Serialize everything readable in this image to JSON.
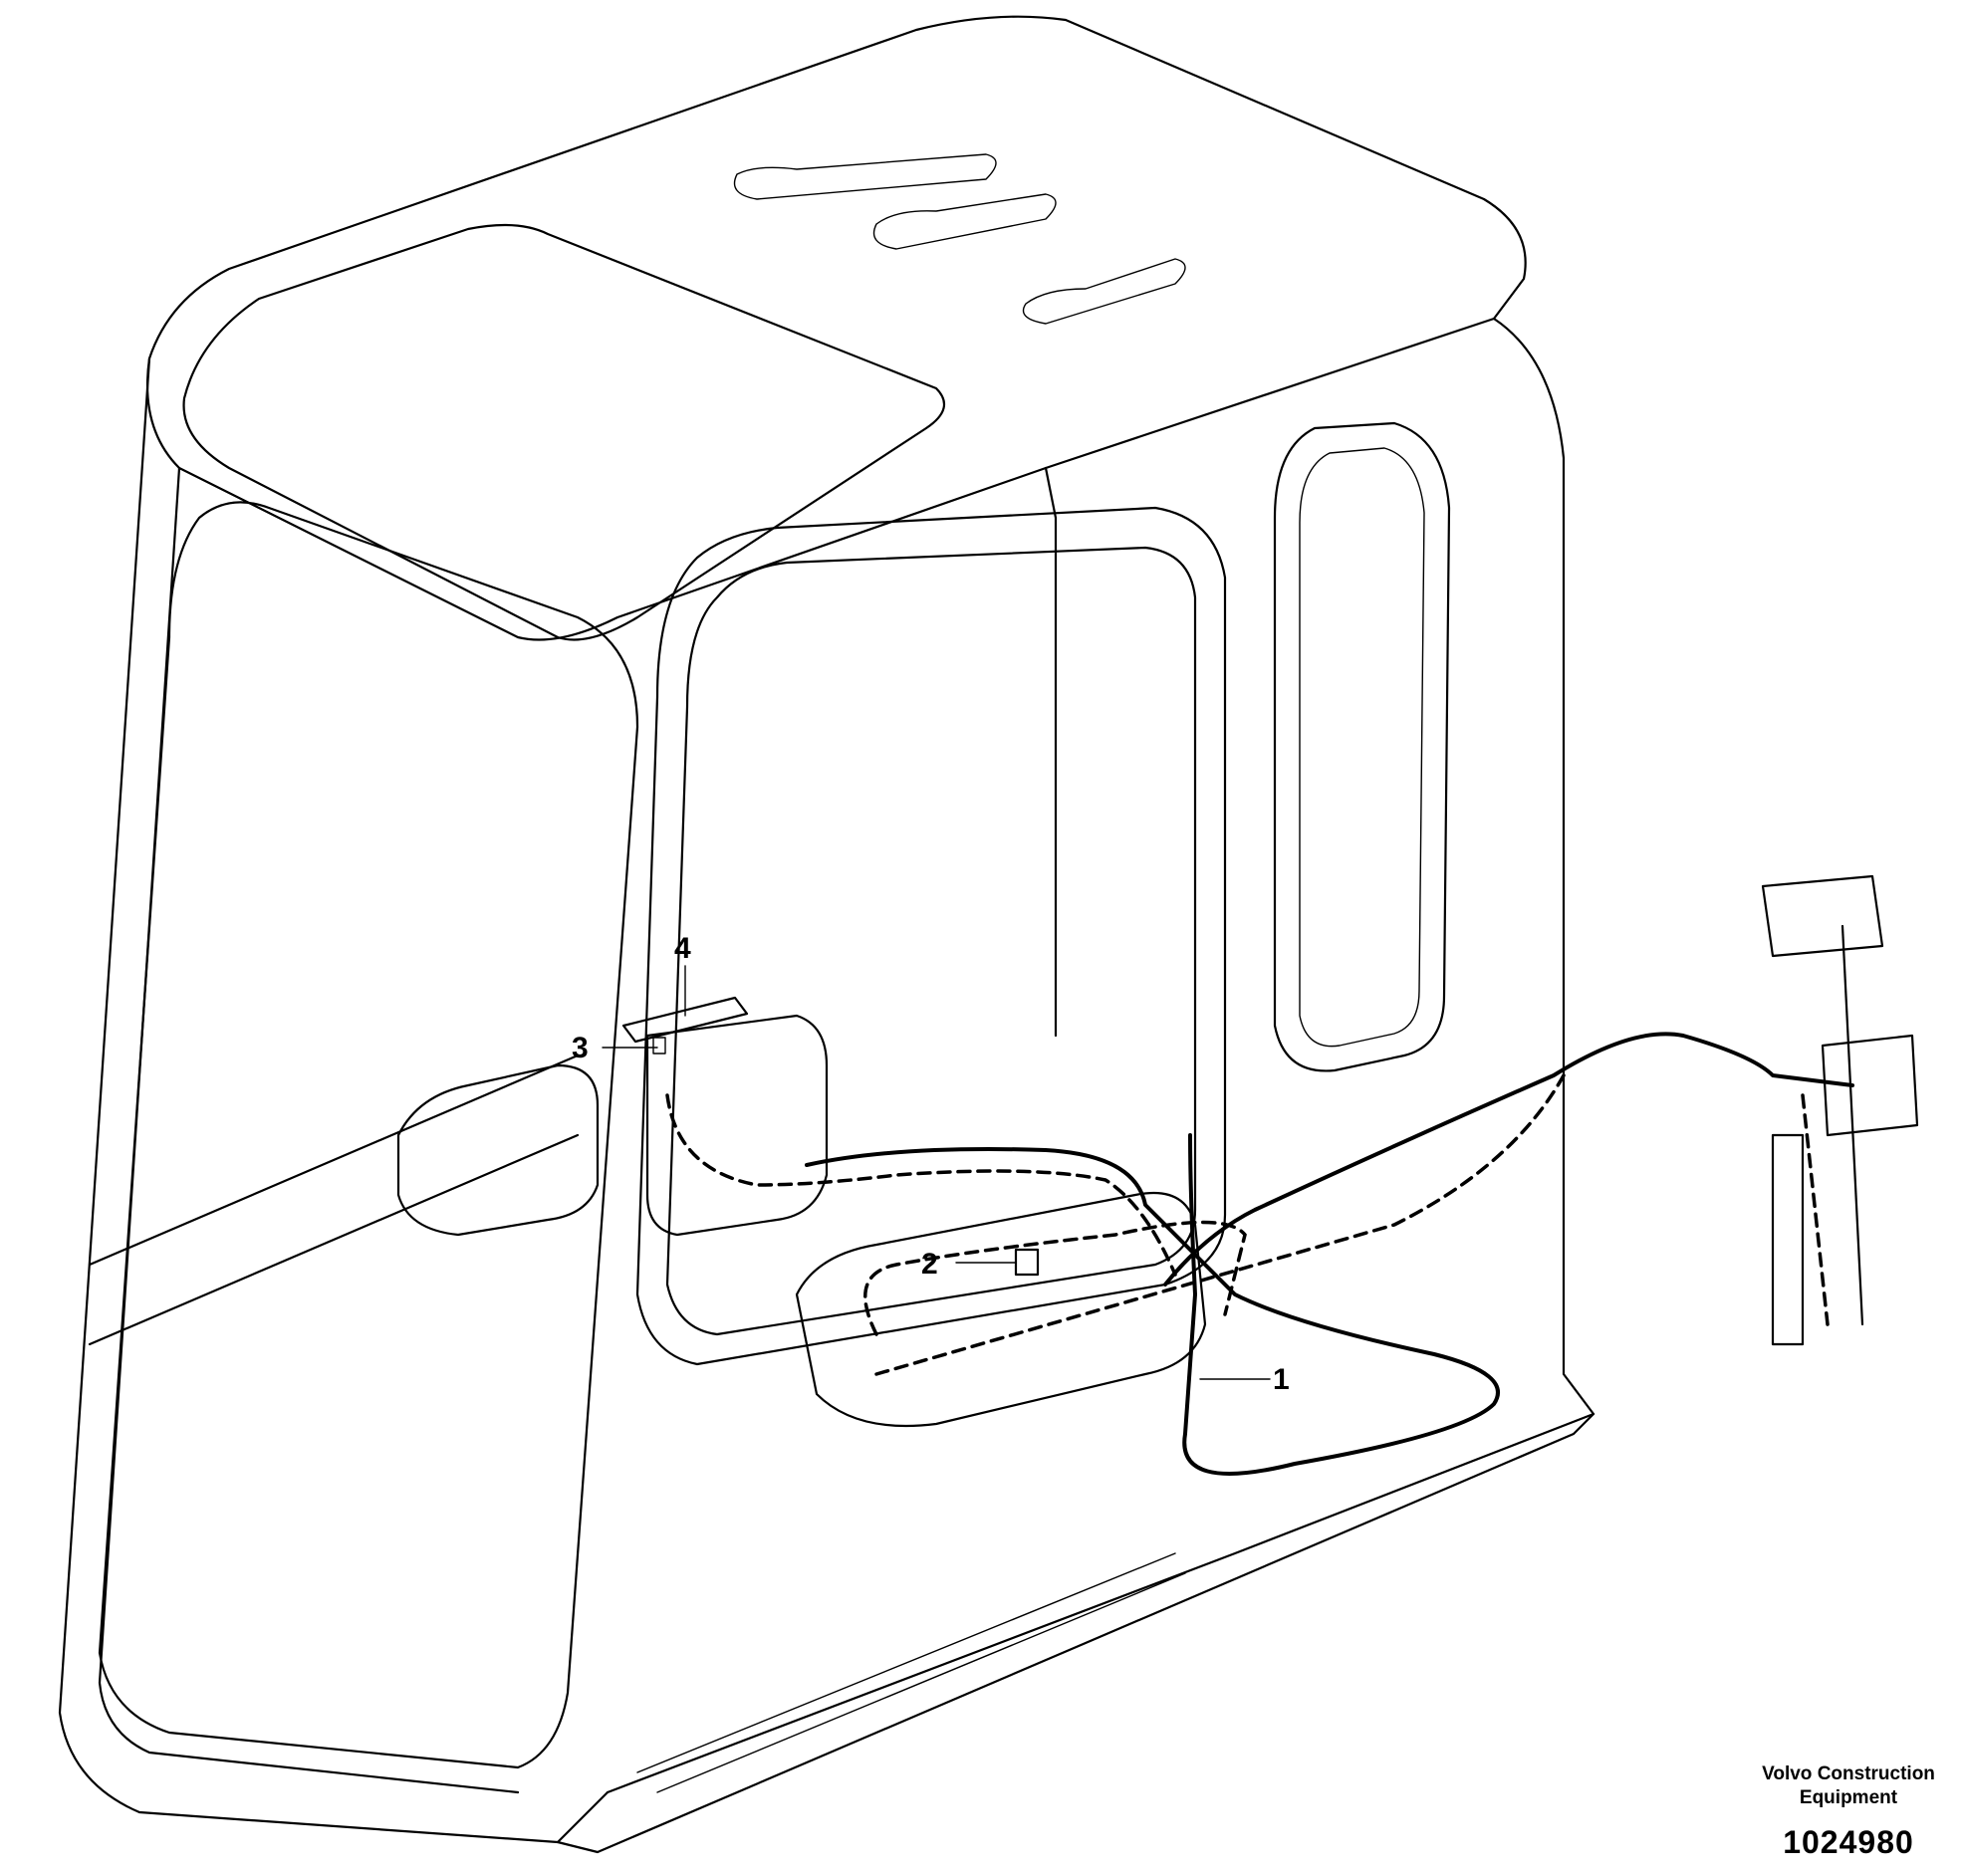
{
  "callouts": [
    {
      "label": "1"
    },
    {
      "label": "2"
    },
    {
      "label": "3"
    },
    {
      "label": "4"
    }
  ],
  "publisher": "Volvo Construction Equipment",
  "drawing_number": "1024980"
}
